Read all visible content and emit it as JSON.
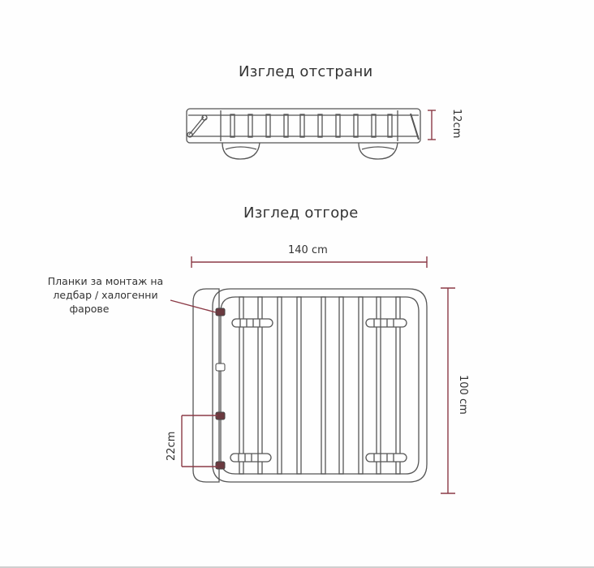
{
  "side_view": {
    "title": "Изглед отстрани",
    "height_dim": "12cm"
  },
  "top_view": {
    "title": "Изглед отгоре",
    "width_dim": "140 cm",
    "depth_dim": "100 cm",
    "spacing_dim": "22cm",
    "callout": {
      "line1": "Планки за монтаж на",
      "line2": "ледбар / халогенни",
      "line3": "фарове"
    }
  },
  "colors": {
    "outline": "#555555",
    "dimension": "#8b3a46",
    "bracket": "#6b3a40",
    "text": "#333333"
  }
}
